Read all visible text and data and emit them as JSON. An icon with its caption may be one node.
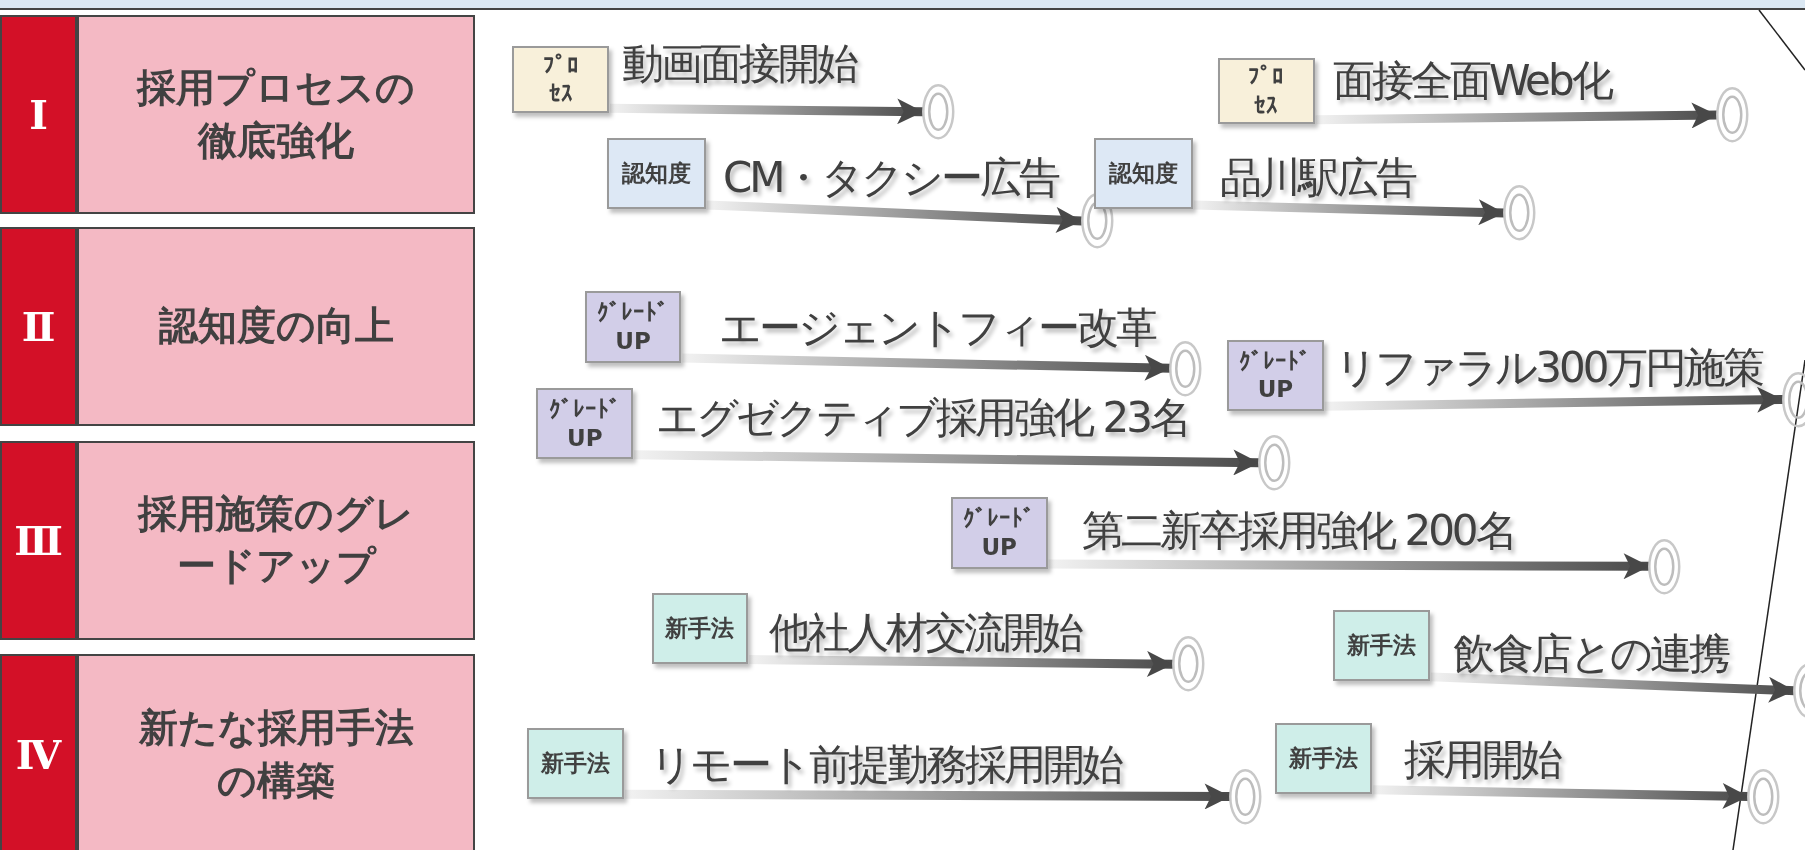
{
  "diagram": {
    "nodes": [
      {
        "text": [
          "Ⅰ"
        ]
      },
      {
        "text": [
          "採用プロセスの徹底強化"
        ]
      },
      {
        "text": [
          "Ⅱ"
        ]
      },
      {
        "text": [
          "認知度の向上"
        ]
      },
      {
        "text": [
          "Ⅲ"
        ]
      },
      {
        "text": [
          "採用施策のグレードアップ"
        ]
      },
      {
        "text": [
          "Ⅳ"
        ]
      },
      {
        "text": [
          "新たな採用手法の構築"
        ]
      },
      {
        "text": [
          "ﾌﾟﾛｾｽ"
        ]
      },
      {
        "text": [],
        "shape": "circle"
      },
      {
        "text": [
          "認知度"
        ]
      },
      {
        "text": [],
        "shape": "circle"
      },
      {
        "text": [
          "認知度"
        ]
      },
      {
        "text": [],
        "shape": "circle"
      },
      {
        "text": [
          "ﾌﾟﾛｾｽ"
        ]
      },
      {
        "text": [],
        "shape": "circle"
      },
      {
        "text": [
          "ｸﾞﾚｰﾄﾞ UP"
        ]
      },
      {
        "text": [],
        "shape": "circle"
      },
      {
        "text": [
          "ｸﾞﾚｰﾄﾞ UP"
        ]
      },
      {
        "text": [],
        "shape": "circle"
      },
      {
        "text": [
          "ｸﾞﾚｰﾄﾞ UP"
        ]
      },
      {
        "text": [],
        "shape": "circle"
      },
      {
        "text": [
          "ｸﾞﾚｰﾄﾞ UP"
        ]
      },
      {
        "text": [],
        "shape": "circle"
      },
      {
        "text": [
          "新手法"
        ]
      },
      {
        "text": [],
        "shape": "circle"
      },
      {
        "text": [
          "新手法"
        ]
      },
      {
        "text": [],
        "shape": "circle"
      },
      {
        "text": [
          "新手法"
        ]
      },
      {
        "text": [],
        "shape": "circle"
      },
      {
        "text": [
          "新手法"
        ]
      },
      {
        "text": [],
        "shape": "circle"
      }
    ],
    "edges": [
      {
        "from": 8,
        "to": 9,
        "arrow": "to",
        "label": "動画面接開始"
      },
      {
        "from": 10,
        "to": 11,
        "arrow": "to",
        "label": "CM・タクシー広告"
      },
      {
        "from": 12,
        "to": 13,
        "arrow": "to",
        "label": "品川駅広告"
      },
      {
        "from": 14,
        "to": 15,
        "arrow": "to",
        "label": "面接全面Web化"
      },
      {
        "from": 16,
        "to": 17,
        "arrow": "to",
        "label": "エージェントフィー改革"
      },
      {
        "from": 18,
        "to": 19,
        "arrow": "to",
        "label": "リファラル300万円施策"
      },
      {
        "from": 20,
        "to": 21,
        "arrow": "to",
        "label": "エグゼクティブ採用強化 23名"
      },
      {
        "from": 22,
        "to": 23,
        "arrow": "to",
        "label": "第二新卒採用強化 200名"
      },
      {
        "from": 24,
        "to": 25,
        "arrow": "to",
        "label": "他社人材交流開始"
      },
      {
        "from": 26,
        "to": 27,
        "arrow": "to",
        "label": "飲食店との連携"
      },
      {
        "from": 28,
        "to": 29,
        "arrow": "to",
        "label": "リモート前提勤務採用開始"
      },
      {
        "from": 30,
        "to": 31,
        "arrow": "to",
        "label": "採用開始"
      }
    ]
  }
}
